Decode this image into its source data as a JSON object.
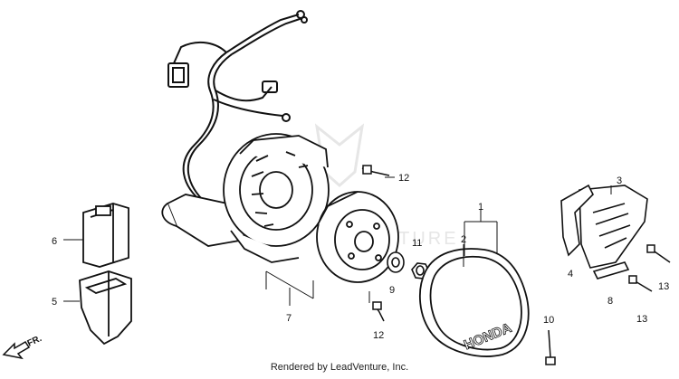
{
  "diagram": {
    "callouts": [
      "1",
      "2",
      "3",
      "4",
      "5",
      "6",
      "7",
      "8",
      "9",
      "10",
      "11",
      "12",
      "12",
      "13",
      "13"
    ],
    "brand_mark": "HONDA",
    "watermark": "VENTURE",
    "direction_label": "FR.",
    "credit": "Rendered by LeadVenture, Inc."
  },
  "colors": {
    "line": "#111111",
    "watermark": "#e6e6e6",
    "background": "#ffffff"
  }
}
